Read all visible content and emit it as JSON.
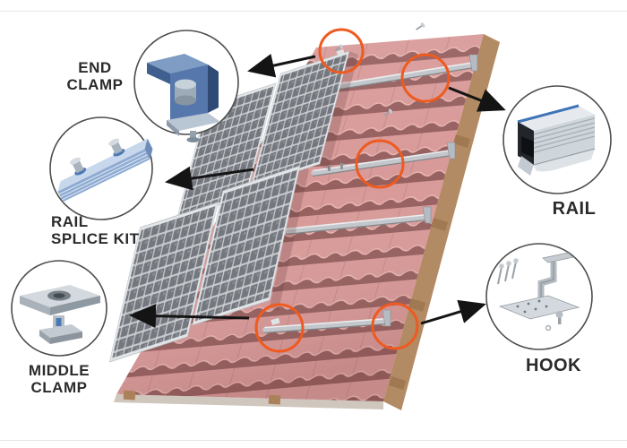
{
  "title": "Solar panel tile roof mounting system diagram",
  "accent_color": "#ee5a1f",
  "callouts": {
    "end_clamp": {
      "line1": "END",
      "line2": "CLAMP"
    },
    "rail_splice_kit": {
      "line1": "RAIL",
      "line2": "SPLICE KIT"
    },
    "middle_clamp": {
      "line1": "MIDDLE",
      "line2": "CLAMP"
    },
    "rail": {
      "label": "RAIL"
    },
    "hook": {
      "label": "HOOK"
    }
  }
}
